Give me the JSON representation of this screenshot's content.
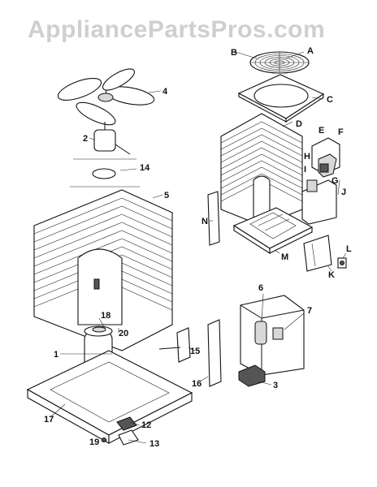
{
  "watermark": "AppliancePartsPros.com",
  "callouts": {
    "A": "A",
    "B": "B",
    "C": "C",
    "D": "D",
    "E": "E",
    "F": "F",
    "G": "G",
    "H": "H",
    "I": "I",
    "J": "J",
    "K": "K",
    "L": "L",
    "M": "M",
    "N": "N",
    "n1": "1",
    "n2": "2",
    "n3": "3",
    "n4": "4",
    "n5": "5",
    "n6": "6",
    "n7": "7",
    "n12": "12",
    "n13": "13",
    "n14": "14",
    "n15": "15",
    "n16": "16",
    "n17": "17",
    "n18": "18",
    "n19": "19",
    "n20": "20"
  }
}
